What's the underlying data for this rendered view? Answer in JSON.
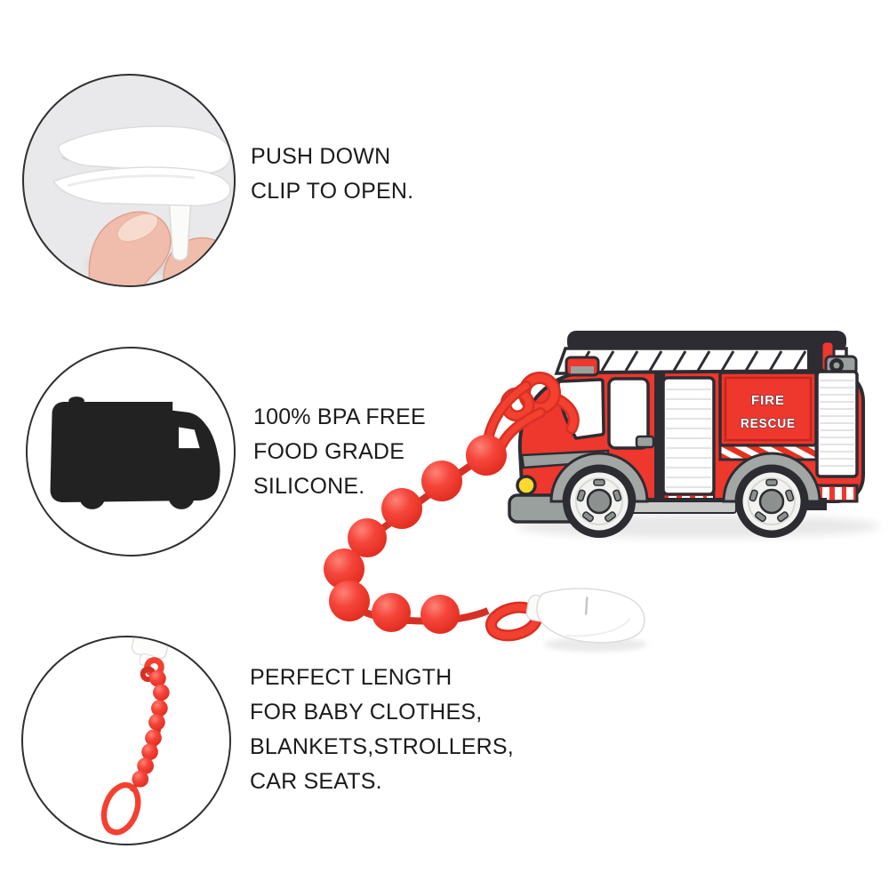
{
  "image": {
    "type": "product-feature-infographic",
    "subject": "fire truck teether with silicone bead pacifier clip",
    "background": "#ffffff"
  },
  "features": [
    {
      "icon": "clip-open-photo",
      "lines": [
        "PUSH DOWN",
        "CLIP TO OPEN."
      ]
    },
    {
      "icon": "truck-silhouette-icon",
      "lines": [
        "100% BPA FREE",
        "FOOD GRADE",
        "SILICONE."
      ]
    },
    {
      "icon": "beaded-pacifier-clip-photo",
      "lines": [
        "PERFECT LENGTH",
        "FOR BABY CLOTHES,",
        "BLANKETS,STROLLERS,",
        "CAR SEATS."
      ]
    }
  ],
  "truck": {
    "label_line1": "FIRE",
    "label_line2": "RESCUE"
  },
  "colors": {
    "circle-border": "#2f2f2f",
    "photo-bg": "#e9e9eb",
    "ink": "#1b1b1b",
    "truck-red": "#ee372d",
    "panel-line": "#c4261c",
    "outline-dark": "#2d2c32",
    "trim-gray": "#9aa09e",
    "arch-gray": "#a2a7a5",
    "board-gray": "#c9cbc9",
    "rim-white": "#f2f2f0",
    "hub-gray": "#8c918f",
    "headlight-yellow": "#ffd82e",
    "bead-red": "#f4402f",
    "bead-red-deep": "#d63024",
    "silhouette-black": "#222222",
    "skin": "#f0bcab",
    "skin-deep": "#e0a08c",
    "nail": "#f7dbce"
  }
}
